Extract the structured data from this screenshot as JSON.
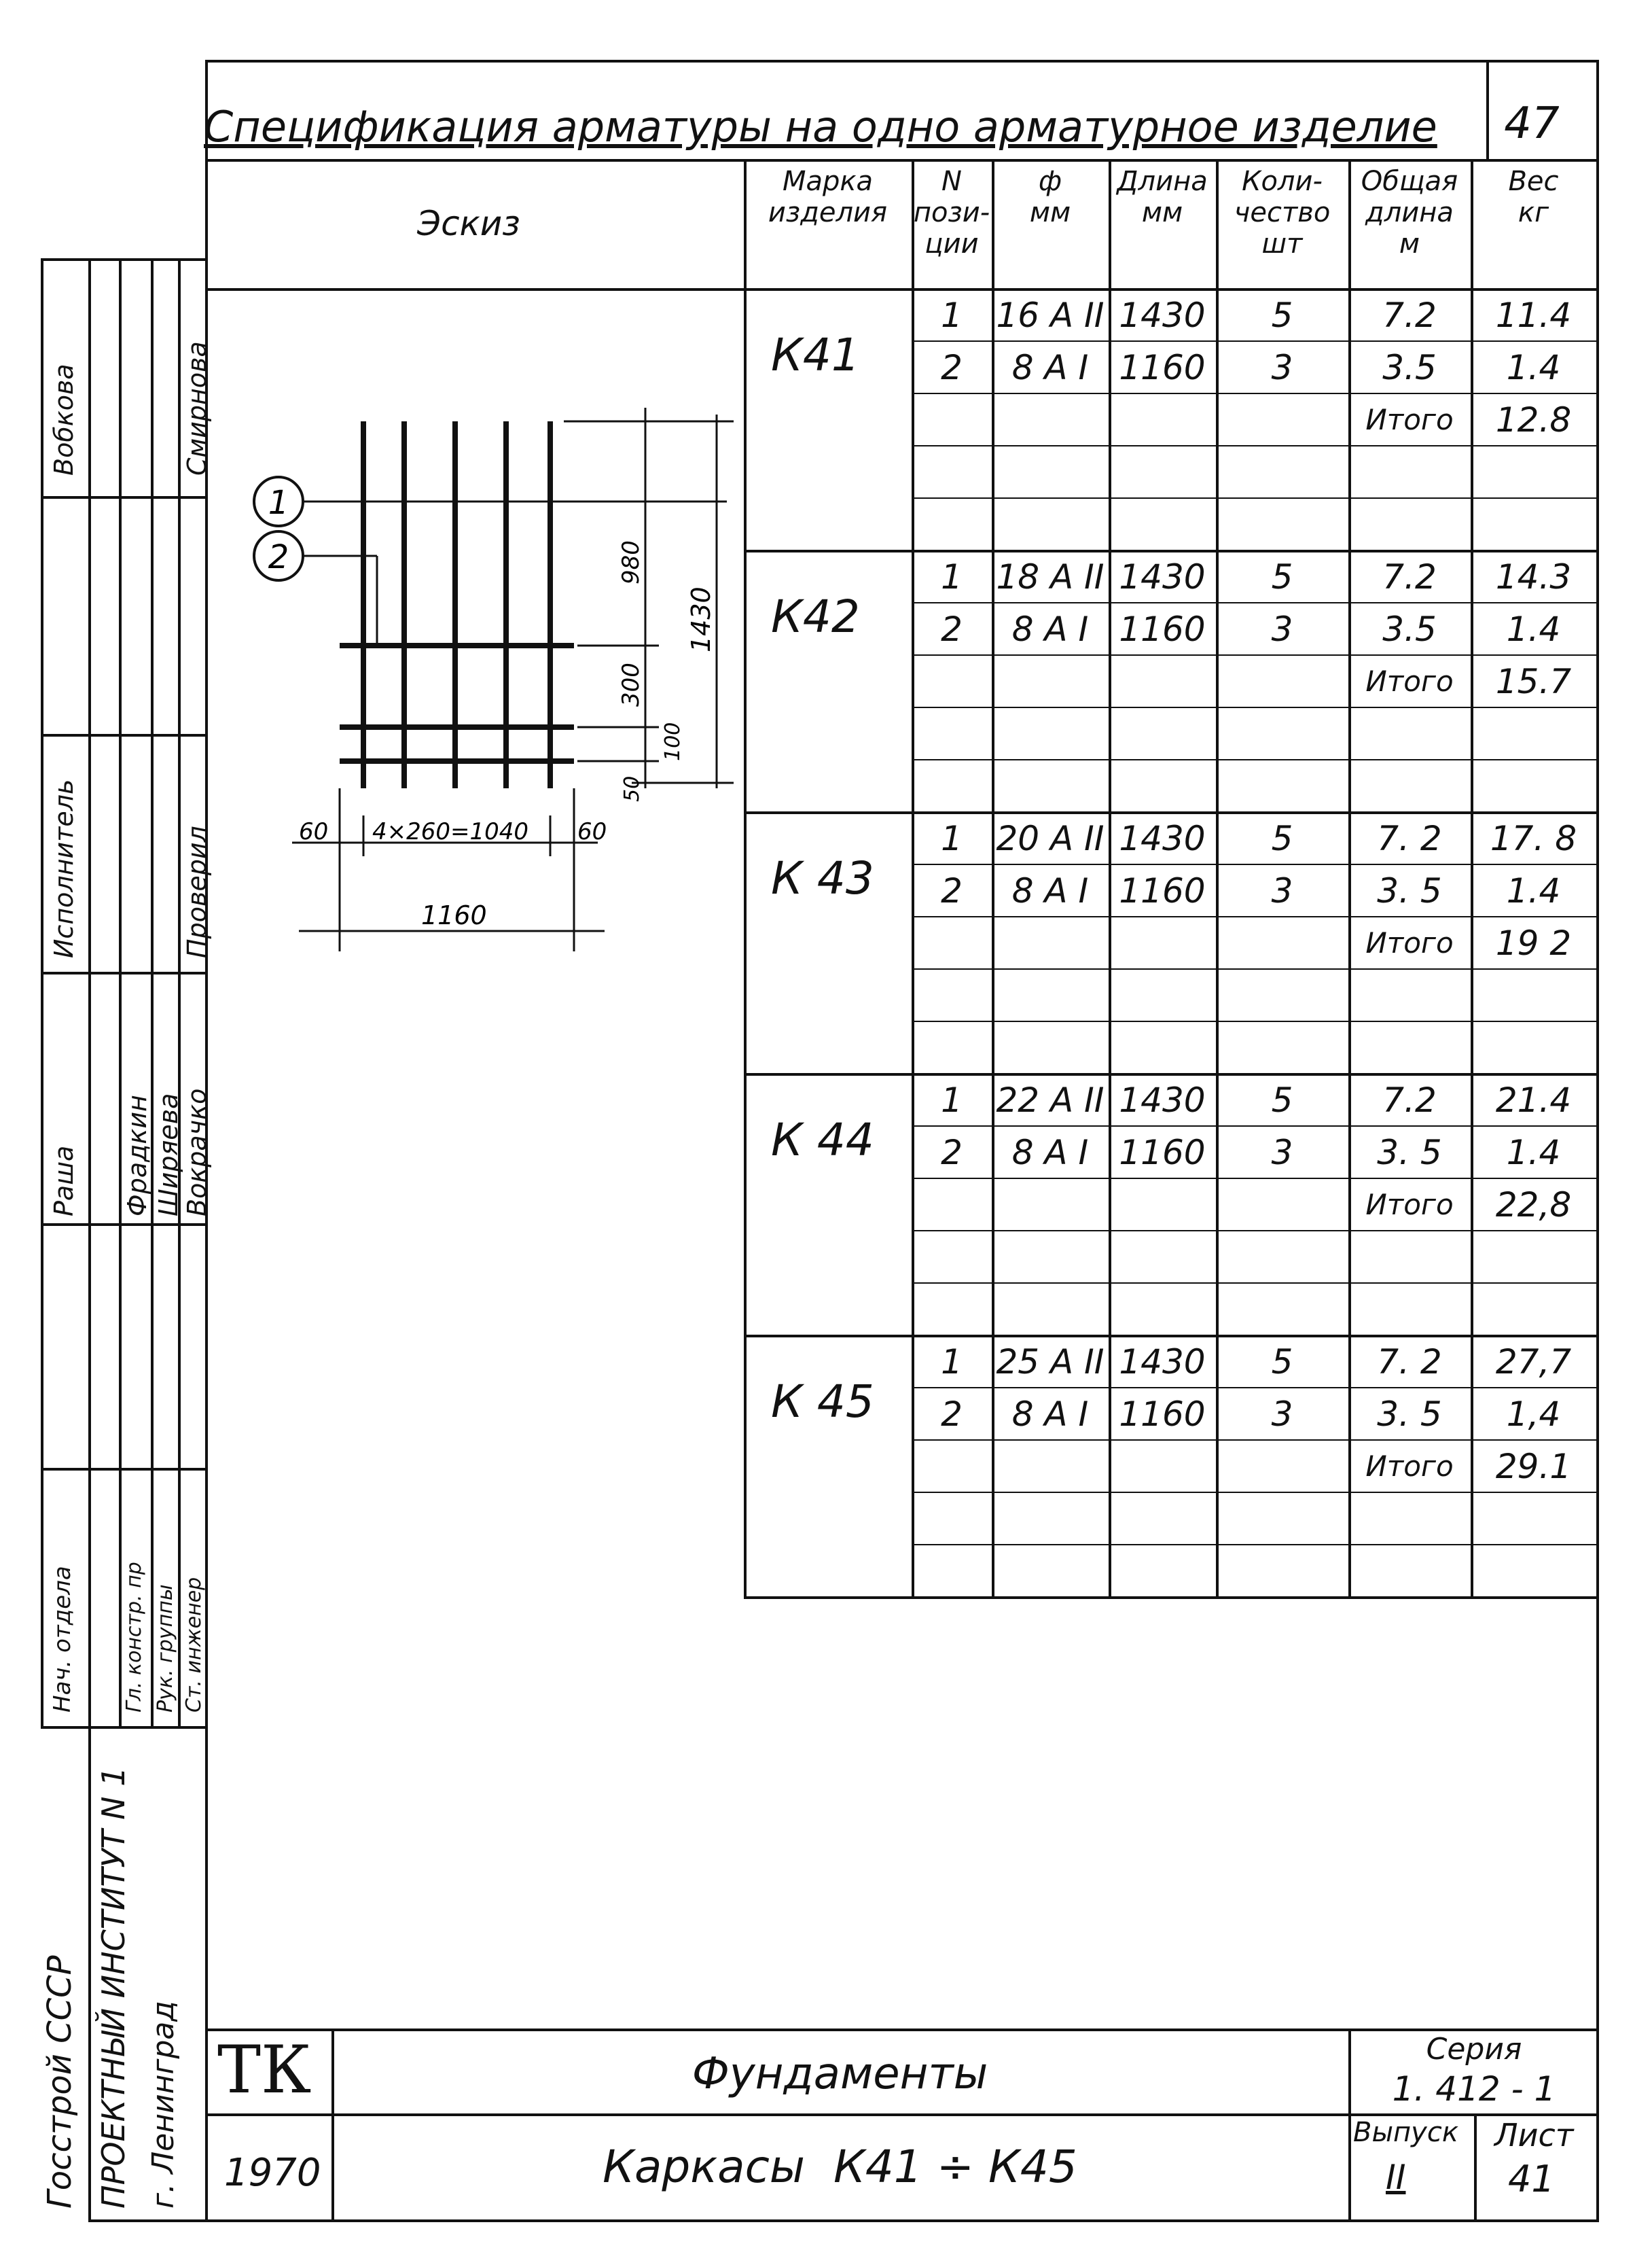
{
  "header": {
    "title": "Спецификация арматуры на одно арматурное изделие",
    "page_no": "47"
  },
  "columns": {
    "sketch": "Эскиз",
    "mark": [
      "Марка",
      "изделия"
    ],
    "pos": [
      "N",
      "пози-",
      "ции"
    ],
    "dia": [
      "ф",
      "мм"
    ],
    "length": [
      "Длина",
      "мм"
    ],
    "qty": [
      "Коли-",
      "чество",
      "шт"
    ],
    "total_len": [
      "Общая",
      "длина",
      "м"
    ],
    "weight": [
      "Вес",
      "кг"
    ]
  },
  "groups": [
    {
      "mark": "К41",
      "rows": [
        {
          "pos": "1",
          "dia": "16 А II",
          "length": "1430",
          "qty": "5",
          "total_len": "7.2",
          "weight": "11.4"
        },
        {
          "pos": "2",
          "dia": "8 А I",
          "length": "1160",
          "qty": "3",
          "total_len": "3.5",
          "weight": "1.4"
        }
      ],
      "total_label": "Итого",
      "total": "12.8"
    },
    {
      "mark": "К42",
      "rows": [
        {
          "pos": "1",
          "dia": "18 А II",
          "length": "1430",
          "qty": "5",
          "total_len": "7.2",
          "weight": "14.3"
        },
        {
          "pos": "2",
          "dia": "8 А I",
          "length": "1160",
          "qty": "3",
          "total_len": "3.5",
          "weight": "1.4"
        }
      ],
      "total_label": "Итого",
      "total": "15.7"
    },
    {
      "mark": "К 43",
      "rows": [
        {
          "pos": "1",
          "dia": "20 А II",
          "length": "1430",
          "qty": "5",
          "total_len": "7. 2",
          "weight": "17. 8"
        },
        {
          "pos": "2",
          "dia": "8 А I",
          "length": "1160",
          "qty": "3",
          "total_len": "3. 5",
          "weight": "1.4"
        }
      ],
      "total_label": "Итого",
      "total": "19 2"
    },
    {
      "mark": "К 44",
      "rows": [
        {
          "pos": "1",
          "dia": "22 А II",
          "length": "1430",
          "qty": "5",
          "total_len": "7.2",
          "weight": "21.4"
        },
        {
          "pos": "2",
          "dia": "8 А I",
          "length": "1160",
          "qty": "3",
          "total_len": "3. 5",
          "weight": "1.4"
        }
      ],
      "total_label": "Итого",
      "total": "22,8"
    },
    {
      "mark": "К 45",
      "rows": [
        {
          "pos": "1",
          "dia": "25 А II",
          "length": "1430",
          "qty": "5",
          "total_len": "7. 2",
          "weight": "27,7"
        },
        {
          "pos": "2",
          "dia": "8 А I",
          "length": "1160",
          "qty": "3",
          "total_len": "3. 5",
          "weight": "1,4"
        }
      ],
      "total_label": "Итого",
      "total": "29.1"
    }
  ],
  "sketch": {
    "pos1": "1",
    "pos2": "2",
    "dim_980": "980",
    "dim_1430": "1430",
    "dim_300": "300",
    "dim_100": "100",
    "dim_50": "50",
    "dim_60_left": "60",
    "dim_spacing": "4×260=1040",
    "dim_60_right": "60",
    "dim_1160": "1160"
  },
  "side": {
    "org": [
      "Гоcстрой СССР",
      "ПРОЕКТНЫЙ ИНСТИТУТ N 1",
      "г. Ленинград"
    ],
    "roles": [
      "Нач. отдела",
      "Гл. констр. пр",
      "Рук. группы",
      "Ст. инженер"
    ],
    "names": [
      "Раша",
      "Фрадкин",
      "Ширяева",
      "Вокрачко"
    ],
    "exec_label": "Исполнитель",
    "check_label": "Проверил",
    "exec_name": "Вобкова",
    "check_name": "Смирнова"
  },
  "titleblock": {
    "logo": "ТК",
    "year": "1970",
    "line1": "Фундаменты",
    "line2": "Каркасы  К41 ÷ К45",
    "series_label": "Серия",
    "series": "1. 412 - 1",
    "issue_label": "Выпуск",
    "issue": "II",
    "sheet_label": "Лист",
    "sheet": "41"
  }
}
